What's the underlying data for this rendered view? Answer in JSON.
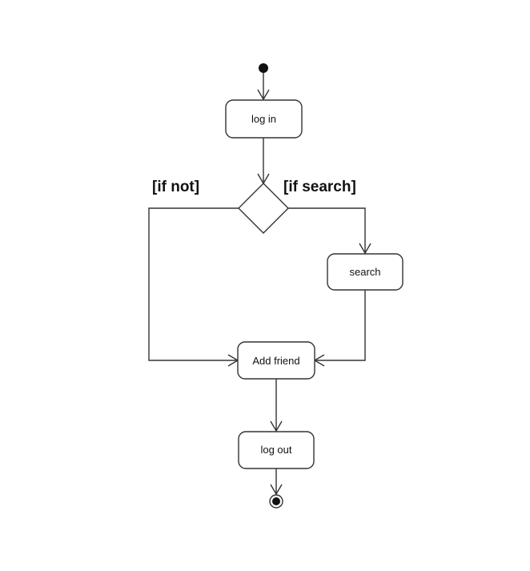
{
  "diagram": {
    "type": "uml-activity",
    "nodes": {
      "login": "log in",
      "search": "search",
      "add_friend": "Add friend",
      "logout": "log out"
    },
    "guards": {
      "if_not": "[if not]",
      "if_search": "[if search]"
    },
    "colors": {
      "stroke": "#333333",
      "fill": "#ffffff",
      "text": "#111111"
    }
  }
}
